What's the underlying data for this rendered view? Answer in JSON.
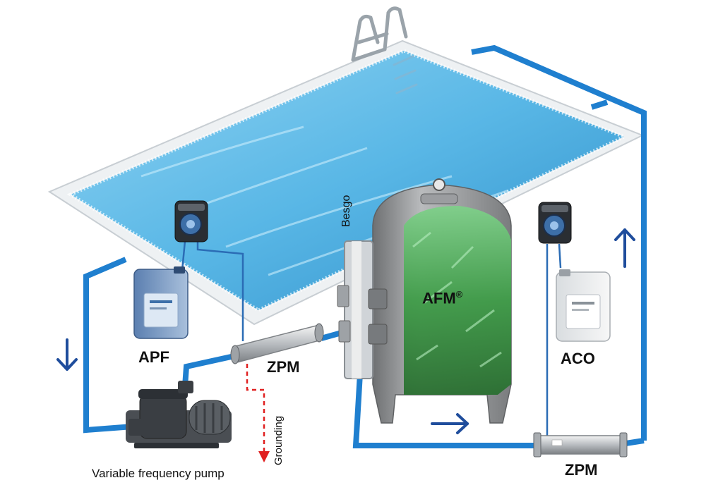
{
  "labels": {
    "apf": "APF",
    "zpm_left": "ZPM",
    "zpm_bottom": "ZPM",
    "aco": "ACO",
    "afm": "AFM",
    "afm_reg": "®",
    "besgo": "Besgo",
    "grounding": "Grounding",
    "pump": "Variable frequency pump"
  },
  "colors": {
    "pipe": "#1f7fcf",
    "arrow": "#1f4d9c",
    "ground": "#e02020",
    "water": "#59b7e6",
    "tank": "#8a8c8e",
    "media": "#3f9c48"
  },
  "icons": {
    "pool": "swimming-pool",
    "ladder": "pool-ladder-icon",
    "doser_left": "dosing-pump-icon",
    "doser_right": "dosing-pump-icon",
    "canister_left": "chemical-canister-icon",
    "canister_right": "chemical-canister-icon",
    "filter": "sand-filter-tank-icon",
    "valve": "multiport-valve-icon",
    "pump": "circulation-pump-icon",
    "zpm": "zeta-potential-mixer-icon"
  }
}
